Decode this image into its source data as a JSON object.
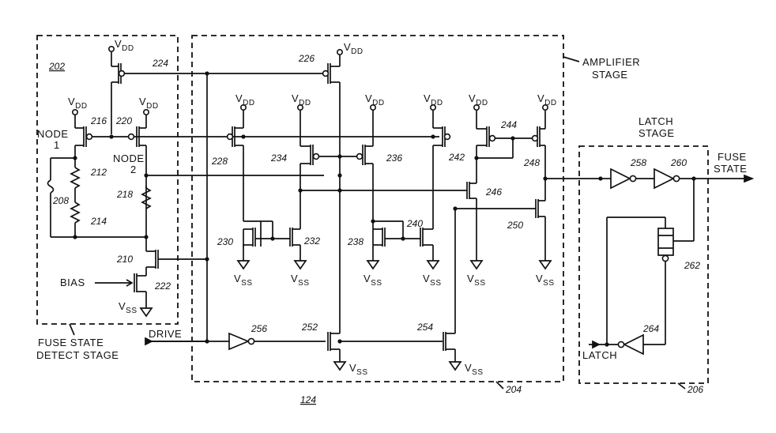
{
  "labels": {
    "vdd": "V",
    "vdd_sub": "DD",
    "vss": "V",
    "vss_sub": "SS",
    "node1_a": "NODE",
    "node1_b": "1",
    "node2_a": "NODE",
    "node2_b": "2",
    "bias": "BIAS",
    "drive": "DRIVE",
    "latch": "LATCH",
    "amplifier_stage_a": "AMPLIFIER",
    "amplifier_stage_b": "STAGE",
    "latch_stage_a": "LATCH",
    "latch_stage_b": "STAGE",
    "fuse_state_a": "FUSE",
    "fuse_state_b": "STATE",
    "fuse_detect_a": "FUSE  STATE",
    "fuse_detect_b": "DETECT  STAGE"
  },
  "refs": {
    "r202": "202",
    "r124": "124",
    "r204": "204",
    "r206": "206",
    "r208": "208",
    "r210": "210",
    "r212": "212",
    "r214": "214",
    "r216": "216",
    "r218": "218",
    "r220": "220",
    "r222": "222",
    "r224": "224",
    "r226": "226",
    "r228": "228",
    "r230": "230",
    "r232": "232",
    "r234": "234",
    "r236": "236",
    "r238": "238",
    "r240": "240",
    "r242": "242",
    "r244": "244",
    "r246": "246",
    "r248": "248",
    "r250": "250",
    "r252": "252",
    "r254": "254",
    "r256": "256",
    "r258": "258",
    "r260": "260",
    "r262": "262",
    "r264": "264"
  }
}
